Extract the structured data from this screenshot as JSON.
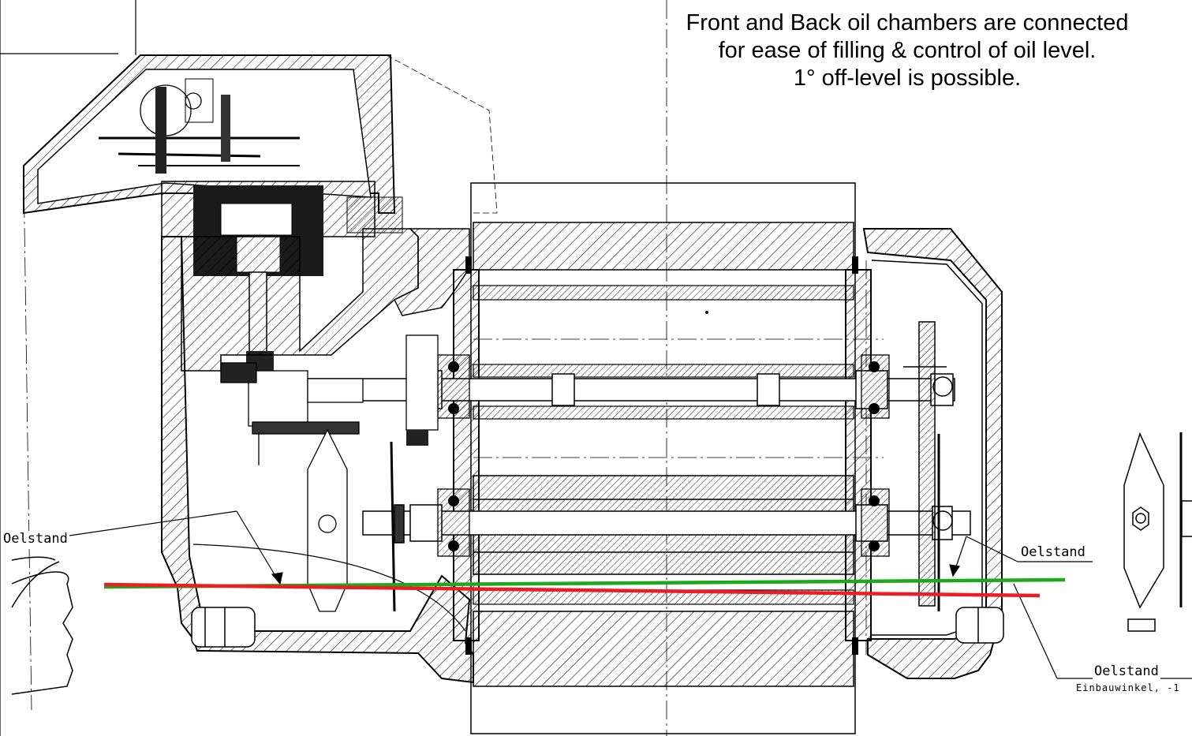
{
  "note": {
    "line1": "Front and Back oil chambers are connected",
    "line2": "for ease of filling & control of oil level.",
    "line3": "1° off-level is possible."
  },
  "labels": {
    "oil_level_left": "Oelstand",
    "oil_level_right_upper": "Oelstand",
    "oil_level_right_lower": "Oelstand",
    "mounting_angle": "Einbauwinkel, -1"
  },
  "colors": {
    "level_line_green": "#1aaa1a",
    "level_line_red": "#ee1c24",
    "drawing_ink": "#000000"
  }
}
